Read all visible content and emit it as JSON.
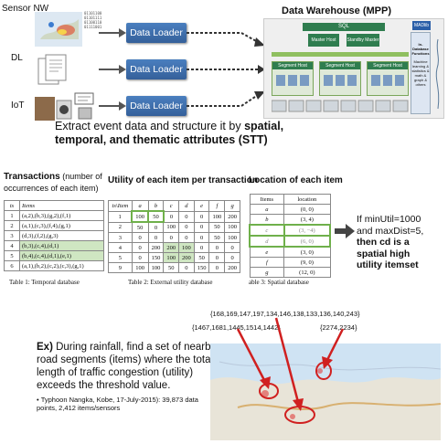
{
  "sources": [
    {
      "label": "Sensor NW"
    },
    {
      "label": "DL"
    },
    {
      "label": "IoT"
    }
  ],
  "loaders": [
    "Data Loader",
    "Data Loader",
    "Data Loader"
  ],
  "warehouse": {
    "title": "Data Warehouse (MPP)",
    "sql_label": "SQL",
    "master_label": "Master Host",
    "standby_label": "Standby Master",
    "segment_label": "Segment Host",
    "madlib_label": "MADlib",
    "side_title": "In-Database Functions",
    "side_items": "Machine learning & statistics & math & graph & others"
  },
  "extract_text": {
    "line1_prefix": "Extract event data and structure it by ",
    "line1_bold": "spatial,",
    "line2_bold": "temporal, and thematic attributes (STT)"
  },
  "transactions": {
    "title_bold": "Transactions",
    "title_rest": " (number of occurrences of each item)",
    "headers": [
      "ts",
      "Items"
    ],
    "rows": [
      [
        "1",
        "(a,2),(b,3),(g,2),(f,1)"
      ],
      [
        "2",
        "(a,1),(c,3),(f,4),(g,1)"
      ],
      [
        "3",
        "(d,3),(f,2),(g,3)"
      ],
      [
        "4",
        "(b,3),(c,4),(d,1)"
      ],
      [
        "5",
        "(b,4),(c,4),(d,1),(e,1)"
      ],
      [
        "6",
        "(a,1),(b,2),(c,2),(c,3),(g,1)"
      ]
    ],
    "caption": "Table 1: Temporal database"
  },
  "utility": {
    "title": "Utility of each item per transaction",
    "headers": [
      "ts\\Item",
      "a",
      "b",
      "c",
      "d",
      "e",
      "f",
      "g"
    ],
    "rows": [
      [
        "1",
        "100",
        "50",
        "0",
        "0",
        "0",
        "100",
        "200"
      ],
      [
        "2",
        "50",
        "0",
        "100",
        "0",
        "0",
        "50",
        "100"
      ],
      [
        "3",
        "0",
        "0",
        "0",
        "0",
        "0",
        "50",
        "100"
      ],
      [
        "4",
        "0",
        "200",
        "200",
        "100",
        "0",
        "0",
        "0"
      ],
      [
        "5",
        "0",
        "150",
        "100",
        "200",
        "50",
        "0",
        "0"
      ],
      [
        "9",
        "100",
        "100",
        "50",
        "0",
        "150",
        "0",
        "200"
      ]
    ],
    "caption": "Table 2: External utility database"
  },
  "location": {
    "title": "Location of each item",
    "headers": [
      "Items",
      "location"
    ],
    "rows": [
      [
        "a",
        "(0, 0)"
      ],
      [
        "b",
        "(3, 4)"
      ],
      [
        "c",
        "(3, −4)"
      ],
      [
        "d",
        "(6, 0)"
      ],
      [
        "e",
        "(3, 0)"
      ],
      [
        "f",
        "(9, 0)"
      ],
      [
        "g",
        "(12, 0)"
      ]
    ],
    "caption": "able 3: Spatial database"
  },
  "result": {
    "line1": "If minUtil=1000",
    "line2": "and maxDist=5,",
    "line3": "then cd is a",
    "line4": "spatial high",
    "line5": "utility itemset"
  },
  "example": {
    "prefix": "Ex)",
    "text": " During rainfall, find a set of nearby road segments (items) where the total length of traffic congestion (utility) exceeds the threshold value.",
    "bullet": "Typhoon Nangka, Kobe, 17-July-2015): 39,873 data points, 2,412 items/sensors"
  },
  "map_labels": {
    "top": "{168,169,147,197,134,146,138,133,136,140,243}",
    "left": "{1467,1681,1445,1514,1442}",
    "right": "{2274,2234}"
  },
  "colors": {
    "loader": "#3f6faa",
    "highlight": "#cfe6c2",
    "highlight_border": "#6fb04b",
    "arrow_red": "#d02020",
    "warehouse_bg": "#eaeaea"
  }
}
